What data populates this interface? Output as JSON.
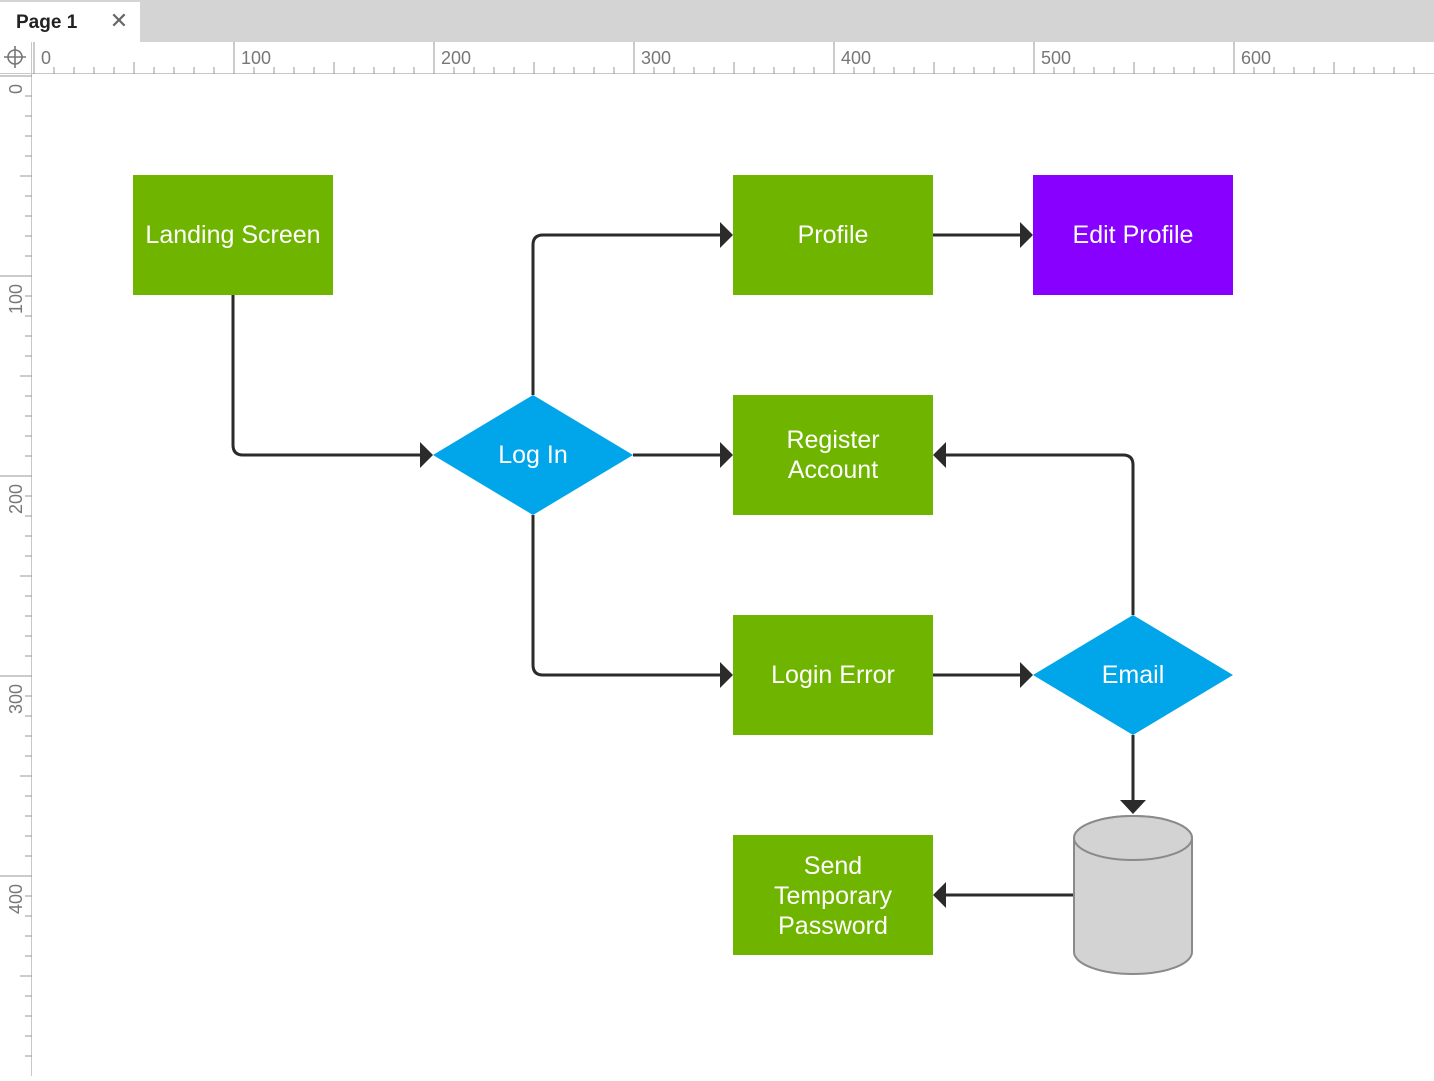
{
  "tab": {
    "label": "Page 1",
    "close_icon": "close-icon"
  },
  "ruler": {
    "horizontal_labels": [
      "0",
      "100",
      "200",
      "300",
      "400",
      "500",
      "600"
    ],
    "vertical_labels": [
      "0",
      "100",
      "200",
      "300",
      "400"
    ],
    "corner_icon": "crosshair-icon"
  },
  "colors": {
    "process": "#6fb500",
    "decision": "#00a5ea",
    "highlight": "#8800ff",
    "database": "#d3d3d3",
    "connector": "#2b2b2b"
  },
  "nodes": {
    "landing_screen": "Landing Screen",
    "profile": "Profile",
    "edit_profile": "Edit Profile",
    "log_in": "Log In",
    "register_account": [
      "Register",
      "Account"
    ],
    "login_error": "Login Error",
    "email": "Email",
    "send_temp_password": [
      "Send",
      "Temporary",
      "Password"
    ]
  }
}
